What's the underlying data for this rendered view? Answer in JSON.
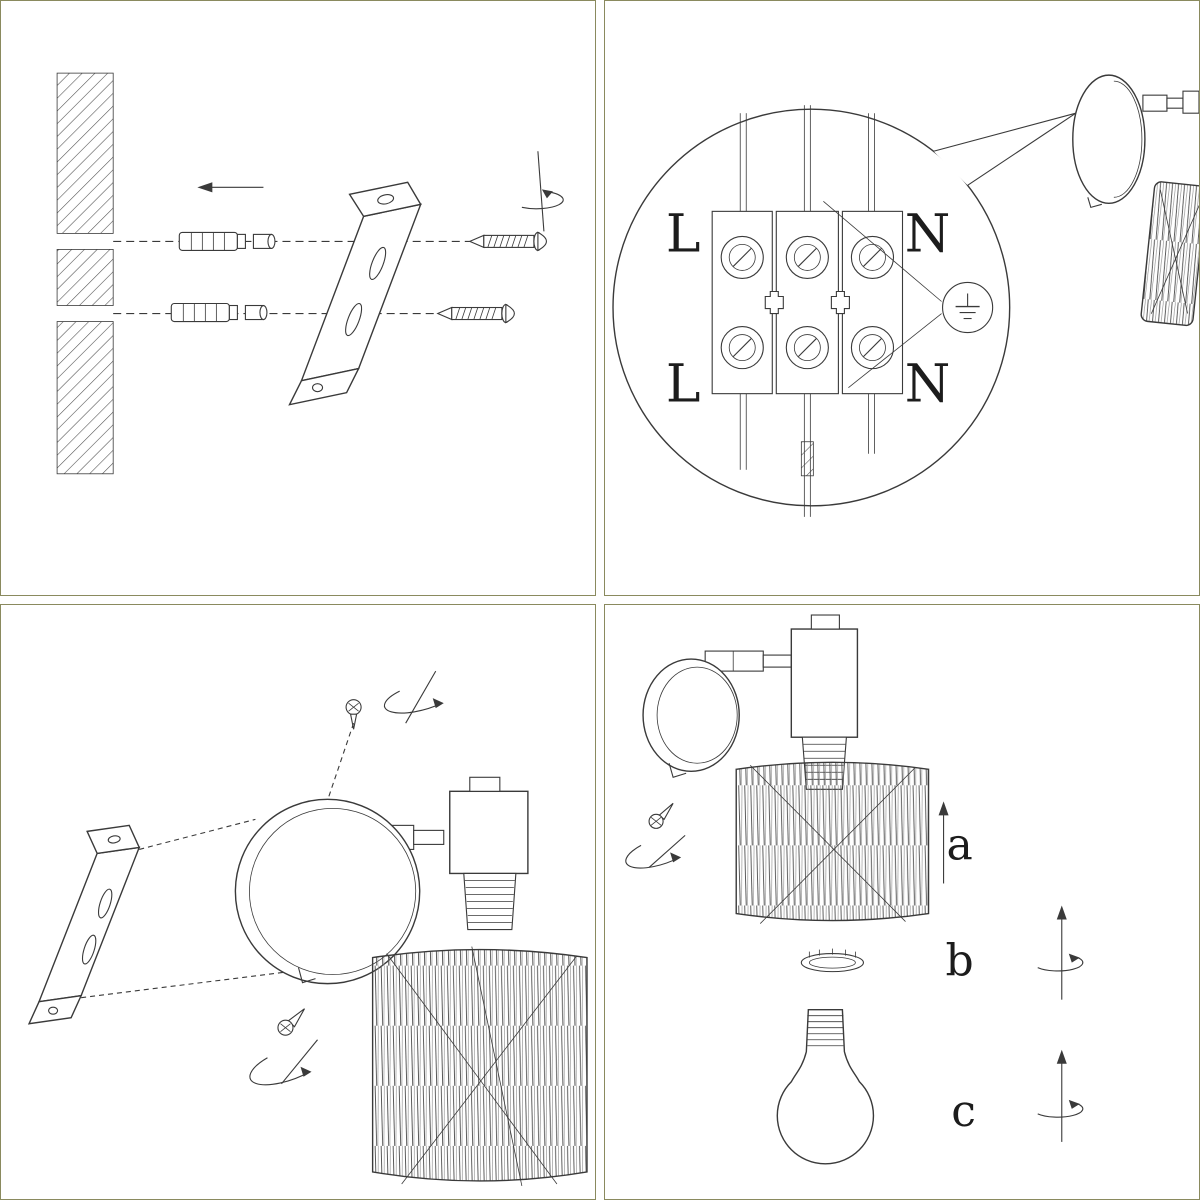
{
  "colors": {
    "frame": "#8a8a5e",
    "ink": "#3a3a3a",
    "paper": "#ffffff"
  },
  "wiring": {
    "terminal_top_left": "L",
    "terminal_top_right": "N",
    "terminal_bottom_left": "L",
    "terminal_bottom_right": "N"
  },
  "assembly": {
    "step_a": "a",
    "step_b": "b",
    "step_c": "c"
  }
}
